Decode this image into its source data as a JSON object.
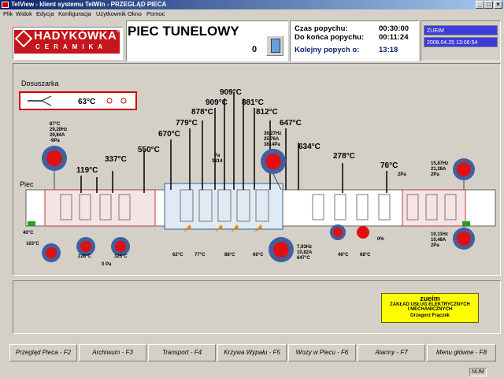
{
  "window": {
    "title": "TelView - klient systemu TelWin - PRZEGLĄD PIECA"
  },
  "menu": [
    "Plik",
    "Widok",
    "Edycja",
    "Konfiguracja",
    "Użytkownik",
    "Okno",
    "Pomoc"
  ],
  "logo": {
    "name": "HADYKÓWKA",
    "sub": "CERAMIKA",
    "registered": "®"
  },
  "header": {
    "title": "PIEC TUNELOWY",
    "counter": "0"
  },
  "times": {
    "push_time_label": "Czas popychu:",
    "push_time": "00:30:00",
    "to_end_label": "Do końca popychu:",
    "to_end": "00:11:24",
    "next_label": "Kolejny popych o:",
    "next": "13:18"
  },
  "user": {
    "name": "ZUEIM",
    "datetime": "2008.04.25 13:06:54"
  },
  "diagram": {
    "dryer_label": "Dosuszarka",
    "dryer_temp": "63°C",
    "kiln_label": "Piec",
    "temps_top": [
      "909°C",
      "909°C",
      "881°C",
      "878°C",
      "812°C",
      "779°C",
      "670°C",
      "647°C",
      "550°C",
      "634°C",
      "337°C",
      "278°C",
      "119°C",
      "76°C"
    ],
    "fan_left_top": [
      "87°C",
      "29,20Hz",
      "29,84A",
      "-9Pa"
    ],
    "fan_mid_top": [
      "36,27Hz",
      "25,76A",
      "3814Pa"
    ],
    "fan_right_top": [
      "15,87Hz",
      "21,28A",
      "2Pa"
    ],
    "fan_right_bottom": [
      "10,11Hz",
      "10,48A",
      "2Pa"
    ],
    "fan_mid_bottom": [
      "7,93Hz",
      "10,82A",
      "647°C"
    ],
    "mid_small": [
      "Pa",
      "3814"
    ],
    "right_small": "2Pa",
    "left_in": "40°C",
    "left_fan": "103°C",
    "bottom_temps": [
      "228°C",
      "325°C",
      "62°C",
      "77°C",
      "88°C",
      "66°C",
      "46°C",
      "68°C"
    ],
    "bottom_pa": "0 Pa",
    "percent": "0%"
  },
  "stamp": {
    "line1": "zueim",
    "line2": "ZAKŁAD USŁUG ELEKTRYCZNYCH",
    "line3": "I MECHANICZNYCH",
    "line4": "Grzegorz Frączek"
  },
  "fkeys": [
    "Przegląd Pieca - F2",
    "Archiwum - F3",
    "Transport - F4",
    "Krzywa Wypału - F5",
    "Wozy w Piecu - F6",
    "Alarmy - F7",
    "Menu główne - F8"
  ],
  "status": {
    "num": "NUM"
  },
  "colors": {
    "fan_red": "#e01010",
    "fan_blue": "#4060a0",
    "burner_orange": "#f08000",
    "title_blue": "#0a246a"
  }
}
